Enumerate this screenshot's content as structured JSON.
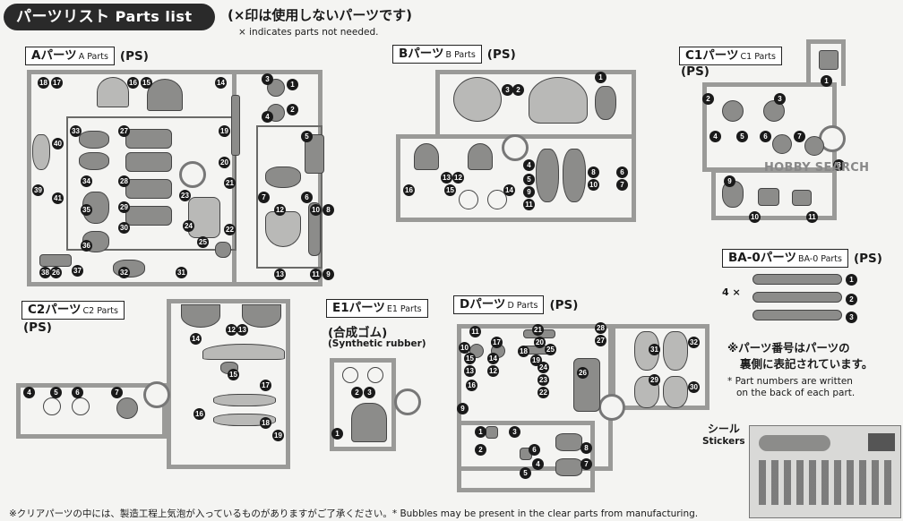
{
  "header": {
    "title_jp": "パーツリスト",
    "title_en": "Parts list",
    "note_main": "(×印は使用しないパーツです)",
    "note_sub": "× indicates parts not needed."
  },
  "sections": {
    "A": {
      "label_jp": "Aパーツ",
      "label_en": "A Parts",
      "material": "(PS)"
    },
    "B": {
      "label_jp": "Bパーツ",
      "label_en": "B Parts",
      "material": "(PS)"
    },
    "C1": {
      "label_jp": "C1パーツ",
      "label_en": "C1 Parts",
      "material": "(PS)"
    },
    "BA0": {
      "label_jp": "BA-0パーツ",
      "label_en": "BA-0 Parts",
      "material": "(PS)"
    },
    "C2": {
      "label_jp": "C2パーツ",
      "label_en": "C2 Parts",
      "material": "(PS)"
    },
    "E1": {
      "label_jp": "E1パーツ",
      "label_en": "E1 Parts",
      "material": "(合成ゴム)",
      "material_en": "(Synthetic rubber)"
    },
    "D": {
      "label_jp": "Dパーツ",
      "label_en": "D Parts",
      "material": "(PS)"
    }
  },
  "part_number_note": {
    "jp_line1": "※パーツ番号はパーツの",
    "jp_line2": "裏側に表記されています。",
    "en_line1": "* Part numbers are written",
    "en_line2": "on the back of each part."
  },
  "stickers": {
    "label_jp": "シール",
    "label_en": "Stickers"
  },
  "watermark": "HOBBY SEARCH",
  "footer": "※クリアパーツの中には、製造工程上気泡が入っているものがありますがご了承ください。* Bubbles may be present in the clear parts from manufacturing.",
  "ba0_marker": "4 ×",
  "numbers": {
    "A": [
      "18",
      "17",
      "16",
      "15",
      "14",
      "40",
      "41",
      "39",
      "33",
      "27",
      "19",
      "34",
      "28",
      "20",
      "35",
      "29",
      "23",
      "21",
      "36",
      "30",
      "24",
      "22",
      "38",
      "26",
      "37",
      "32",
      "25",
      "31",
      "1",
      "2",
      "3",
      "4",
      "5",
      "6",
      "7",
      "8",
      "9",
      "10",
      "11",
      "12",
      "13"
    ],
    "B": [
      "1",
      "2",
      "3",
      "4",
      "5",
      "6",
      "7",
      "8",
      "9",
      "10",
      "11",
      "12",
      "13",
      "14",
      "15",
      "16"
    ],
    "C1": [
      "1",
      "2",
      "3",
      "4",
      "5",
      "6",
      "7",
      "8",
      "9",
      "10",
      "11"
    ],
    "BA0": [
      "1",
      "2",
      "3"
    ],
    "C2": [
      "4",
      "5",
      "6",
      "7",
      "12",
      "13",
      "14",
      "15",
      "16",
      "17",
      "18",
      "19"
    ],
    "E1": [
      "1",
      "2",
      "3"
    ],
    "D": [
      "1",
      "2",
      "3",
      "4",
      "5",
      "6",
      "7",
      "8",
      "9",
      "10",
      "11",
      "12",
      "13",
      "14",
      "15",
      "16",
      "17",
      "18",
      "19",
      "20",
      "21",
      "22",
      "23",
      "24",
      "25",
      "26",
      "27",
      "28",
      "29",
      "30",
      "31",
      "32"
    ]
  }
}
